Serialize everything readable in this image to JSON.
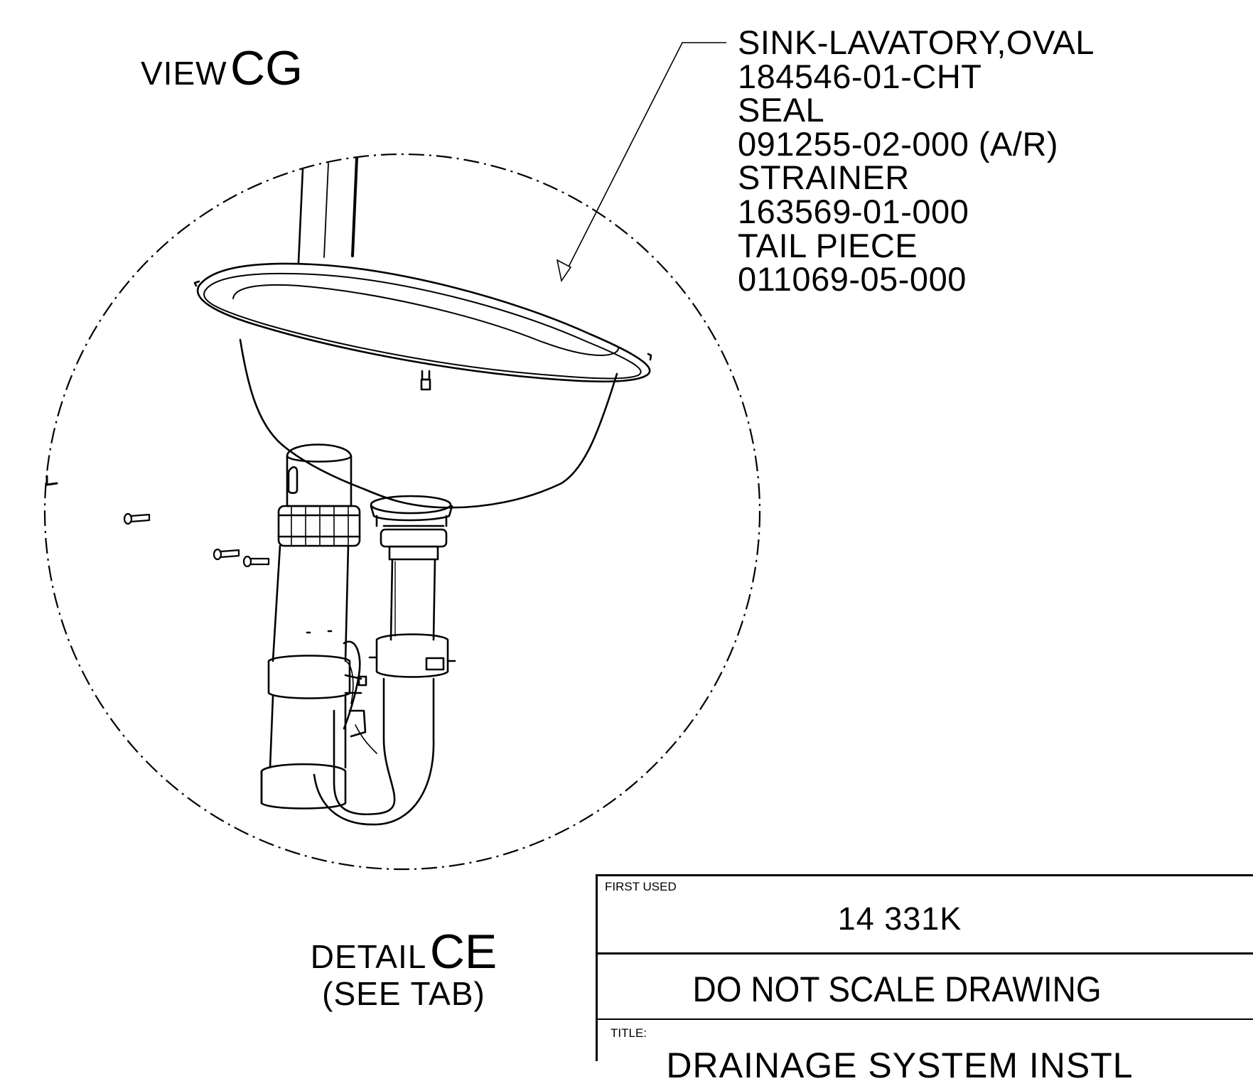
{
  "view": {
    "prefix": "VIEW",
    "letter": "CG"
  },
  "callout": {
    "lines": [
      "SINK-LAVATORY,OVAL",
      "184546-01-CHT",
      "SEAL",
      "091255-02-000 (A/R)",
      "STRAINER",
      "163569-01-000",
      "TAIL PIECE",
      "011069-05-000"
    ]
  },
  "detail": {
    "prefix": "DETAIL",
    "letter": "CE",
    "note": "(SEE TAB)"
  },
  "title_block": {
    "first_used_label": "FIRST USED",
    "first_used_value": "14 331K",
    "scale_note": "DO NOT SCALE DRAWING",
    "title_label": "TITLE:",
    "title_text": "DRAINAGE SYSTEM INSTL"
  }
}
